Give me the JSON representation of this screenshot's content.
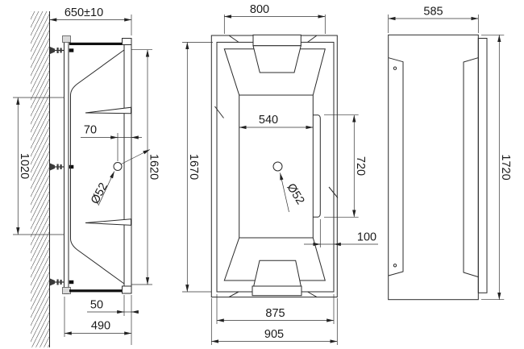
{
  "drawing": {
    "title": "bathtub-three-view-dimension-drawing",
    "side_view": {
      "overall_depth": "650±10",
      "mount_spacing": "1020",
      "drain_to_edge": "70",
      "drain_diameter": "Ø52",
      "rim_length": "1620",
      "rim_thickness": "50",
      "base_depth": "490"
    },
    "plan_view": {
      "top_width": "800",
      "basin_width": "540",
      "rim_length": "1670",
      "ledge_length": "720",
      "ledge_width": "100",
      "rim_width": "875",
      "overall_width": "905",
      "drain_diameter": "Ø52"
    },
    "panel_view": {
      "width": "585",
      "height": "1720"
    }
  }
}
